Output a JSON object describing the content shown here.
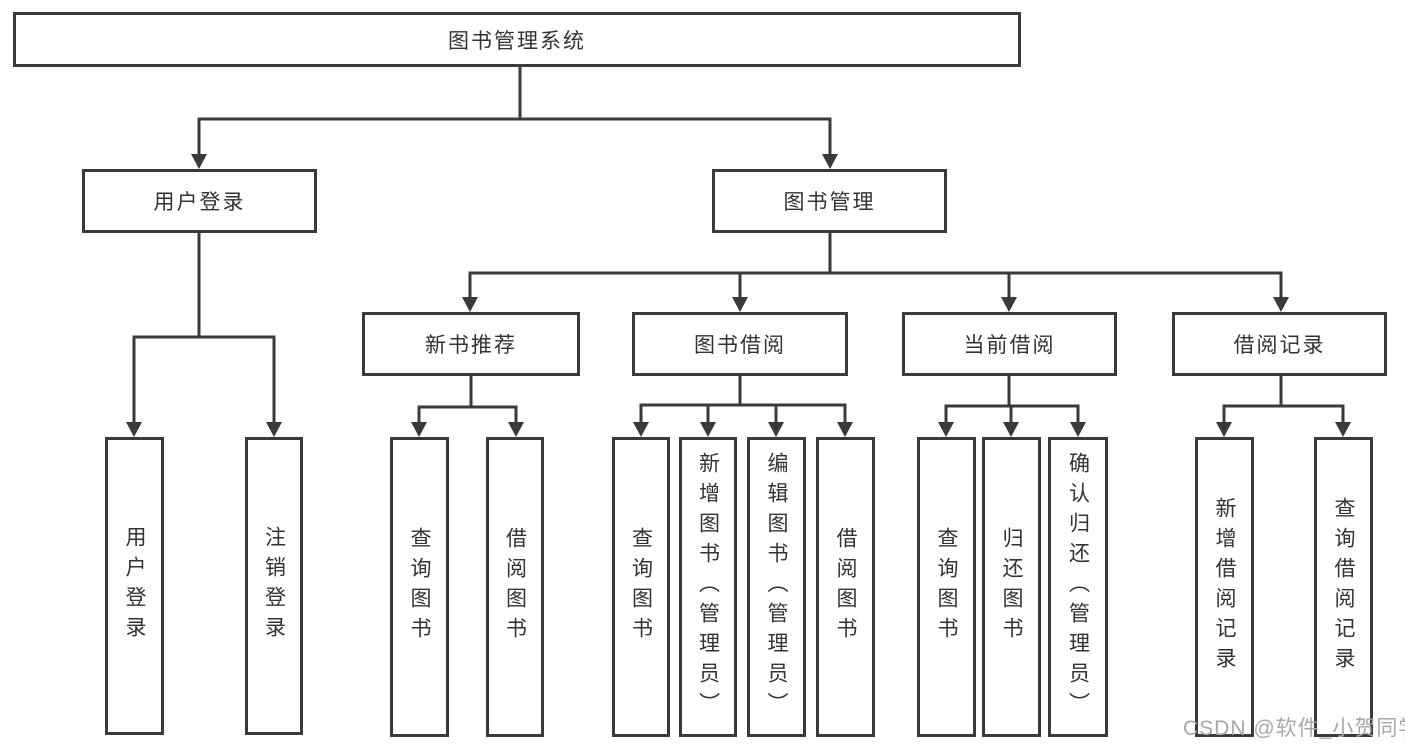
{
  "diagram": {
    "root": {
      "label": "图书管理系统"
    },
    "branches": [
      {
        "label": "用户登录",
        "children": [
          {
            "label": "用户登录"
          },
          {
            "label": "注销登录"
          }
        ]
      },
      {
        "label": "图书管理",
        "children": [
          {
            "label": "新书推荐",
            "children": [
              {
                "label": "查询图书"
              },
              {
                "label": "借阅图书"
              }
            ]
          },
          {
            "label": "图书借阅",
            "children": [
              {
                "label": "查询图书"
              },
              {
                "label": "新增图书（管理员）"
              },
              {
                "label": "编辑图书（管理员）"
              },
              {
                "label": "借阅图书"
              }
            ]
          },
          {
            "label": "当前借阅",
            "children": [
              {
                "label": "查询图书"
              },
              {
                "label": "归还图书"
              },
              {
                "label": "确认归还（管理员）"
              }
            ]
          },
          {
            "label": "借阅记录",
            "children": [
              {
                "label": "新增借阅记录"
              },
              {
                "label": "查询借阅记录"
              }
            ]
          }
        ]
      }
    ],
    "watermark": "CSDN @软件_小贺同学",
    "colors": {
      "line": "#3a3a3a",
      "text": "#333333",
      "watermark": "#a8a8a8",
      "background": "#ffffff"
    }
  }
}
